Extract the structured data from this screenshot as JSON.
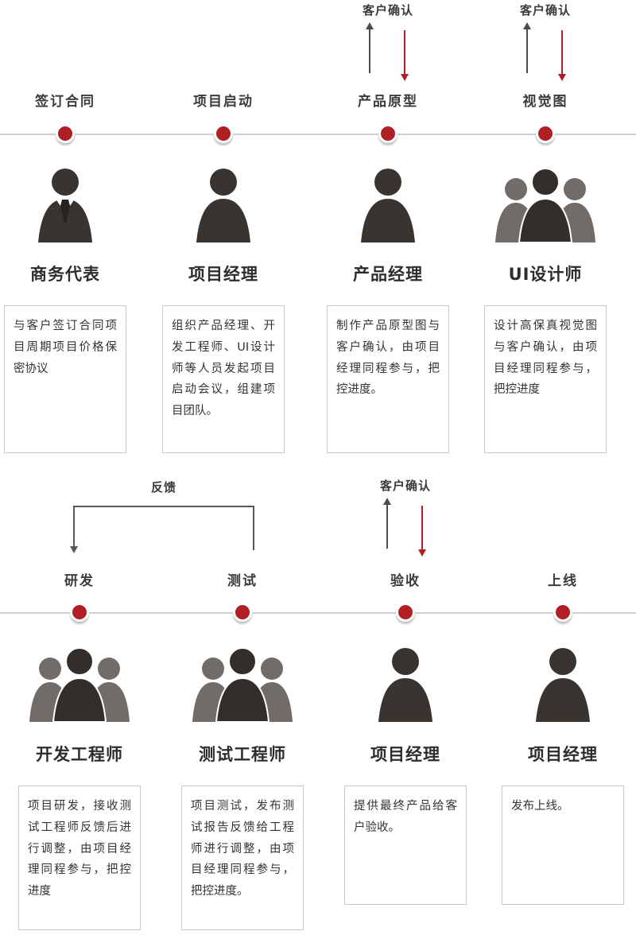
{
  "colors": {
    "accent_red": "#b01f24",
    "arrow_dark": "#4c4c4c",
    "timeline_gray": "#cfcfcf",
    "silhouette_dark": "#3a3430",
    "silhouette_light": "#716c68"
  },
  "rows": [
    {
      "annotations": [
        {
          "type": "customer-confirm",
          "label": "客户确认"
        },
        {
          "type": "customer-confirm",
          "label": "客户确认"
        }
      ],
      "columns": [
        {
          "stage": "签订合同",
          "role": "商务代表",
          "icon": "person-tie-icon",
          "desc": "与客户签订合同项目周期项目价格保密协议"
        },
        {
          "stage": "项目启动",
          "role": "项目经理",
          "icon": "person-icon",
          "desc": "组织产品经理、开发工程师、UI设计师等人员发起项目启动会议，组建项目团队。"
        },
        {
          "stage": "产品原型",
          "role": "产品经理",
          "icon": "person-icon",
          "desc": "制作产品原型图与客户确认，由项目经理同程参与，把控进度。"
        },
        {
          "stage": "视觉图",
          "role": "UI设计师",
          "icon": "team-icon",
          "desc": "设计高保真视觉图与客户确认，由项目经理同程参与，把控进度"
        }
      ]
    },
    {
      "annotations": [
        {
          "type": "feedback",
          "label": "反馈"
        },
        {
          "type": "customer-confirm",
          "label": "客户确认"
        }
      ],
      "columns": [
        {
          "stage": "研发",
          "role": "开发工程师",
          "icon": "team-icon",
          "desc": "项目研发，接收测试工程师反馈后进行调整，由项目经理同程参与，把控进度"
        },
        {
          "stage": "测试",
          "role": "测试工程师",
          "icon": "team-icon",
          "desc": "项目测试，发布测试报告反馈给工程师进行调整，由项目经理同程参与，把控进度。"
        },
        {
          "stage": "验收",
          "role": "项目经理",
          "icon": "person-icon",
          "desc": "提供最终产品给客户验收。"
        },
        {
          "stage": "上线",
          "role": "项目经理",
          "icon": "person-icon",
          "desc": "发布上线。"
        }
      ]
    }
  ]
}
